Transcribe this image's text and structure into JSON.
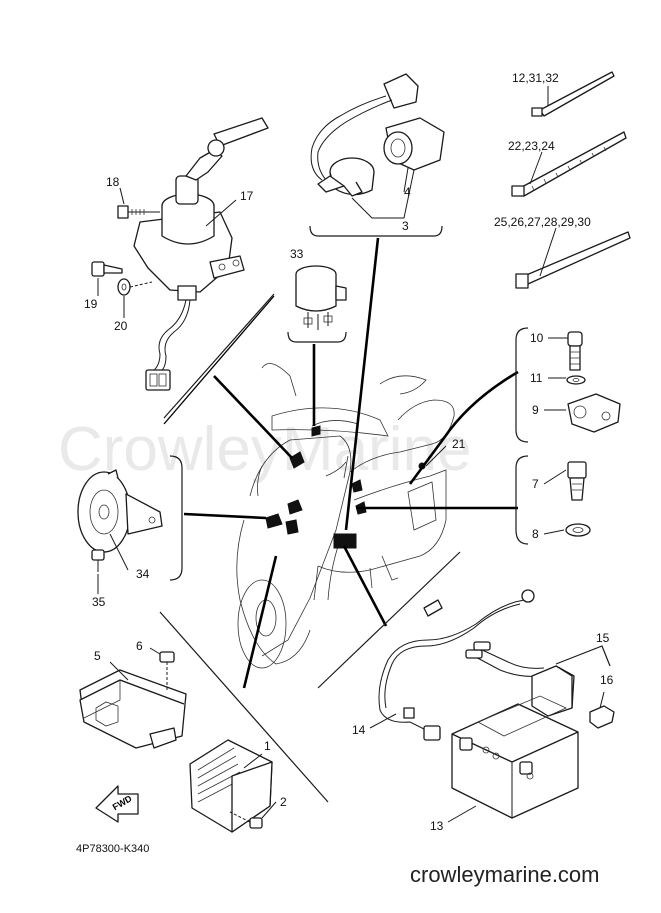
{
  "watermark": "CrowleyMarine",
  "site_url": "crowleymarine.com",
  "drawing_code": "4P78300-K340",
  "fwd_arrow_label": "FWD",
  "callouts": {
    "c1": "1",
    "c2": "2",
    "c3": "3",
    "c4": "4",
    "c5": "5",
    "c6": "6",
    "c7": "7",
    "c8": "8",
    "c9": "9",
    "c10": "10",
    "c11": "11",
    "c13": "13",
    "c14": "14",
    "c15": "15",
    "c16": "16",
    "c17": "17",
    "c18": "18",
    "c19": "19",
    "c20": "20",
    "c21": "21",
    "c12_31_32": "12,31,32",
    "c22_23_24": "22,23,24",
    "c25_30": "25,26,27,28,29,30",
    "c33": "33",
    "c34": "34",
    "c35": "35"
  }
}
